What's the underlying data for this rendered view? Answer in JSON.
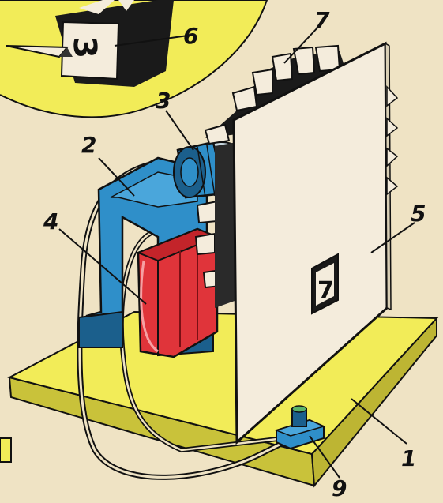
{
  "colors": {
    "paper": "#efe3c4",
    "yellow": "#f2ec58",
    "blue": "#2f8fc9",
    "blue_dark": "#1b5f8c",
    "red": "#e0343a",
    "panel": "#f4ecdc",
    "ink": "#111111"
  },
  "parts": {
    "base": {
      "number": "1",
      "icon": "base-board"
    },
    "bracket": {
      "number": "2",
      "icon": "bracket"
    },
    "drum": {
      "number": "3",
      "icon": "ratchet-drum"
    },
    "electromagnet": {
      "number": "4",
      "icon": "coil"
    },
    "front_panel": {
      "number": "5",
      "icon": "panel"
    },
    "inset_detail": {
      "number": "6",
      "icon": "digit-card-detail"
    },
    "digit_cards": {
      "number": "7",
      "icon": "flip-cards"
    },
    "switch": {
      "number": "9",
      "icon": "push-button-switch"
    }
  },
  "display": {
    "window_digit": "7",
    "inset_digit": "3"
  }
}
